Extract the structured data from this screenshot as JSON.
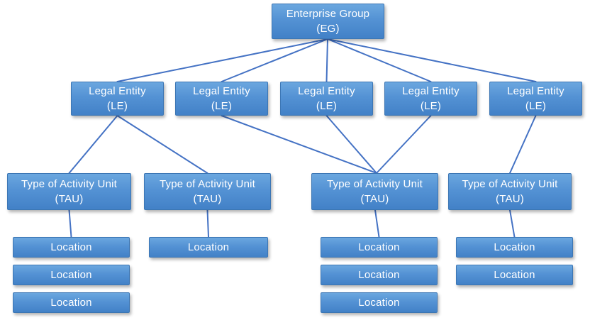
{
  "diagram": {
    "labels": {
      "enterprise_group_line1": "Enterprise Group",
      "enterprise_group_line2": "(EG)",
      "legal_entity_line1": "Legal Entity",
      "legal_entity_line2": "(LE)",
      "tau_line1": "Type of Activity Unit",
      "tau_line2": "(TAU)",
      "location": "Location"
    },
    "structure": {
      "root": "Enterprise Group (EG)",
      "legal_entity_count": 5,
      "tau_count": 4,
      "locations_per_tau": [
        3,
        1,
        3,
        2
      ],
      "edges": [
        "EG-LE1",
        "EG-LE2",
        "EG-LE3",
        "EG-LE4",
        "EG-LE5",
        "LE1-TAU1",
        "LE1-TAU2",
        "LE2-TAU3",
        "LE3-TAU3",
        "LE4-TAU3",
        "LE5-TAU4",
        "TAU1-Location",
        "TAU2-Location",
        "TAU3-Location",
        "TAU4-Location"
      ]
    },
    "colors": {
      "node_fill_top": "#6BA7DF",
      "node_fill_bottom": "#4281C7",
      "node_border": "#3C76B4",
      "connector": "#4472C4",
      "text": "#FFFFFF",
      "background": "#FFFFFF"
    }
  }
}
